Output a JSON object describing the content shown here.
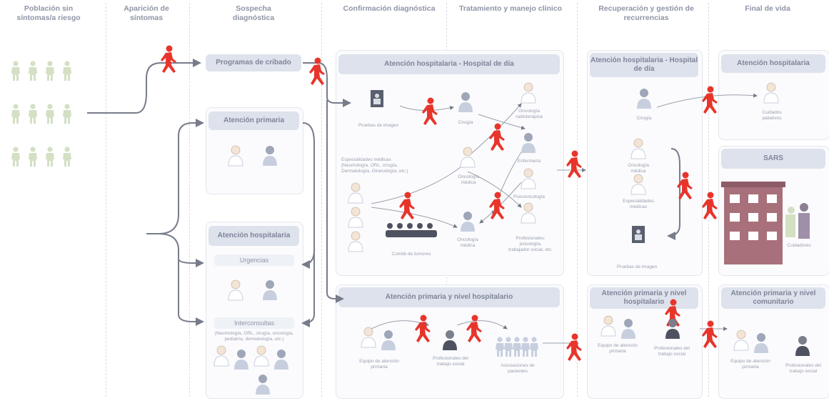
{
  "columns": [
    {
      "id": "pop",
      "label": "Población sin síntomas/a riesgo"
    },
    {
      "id": "sym",
      "label": "Aparición de síntomas"
    },
    {
      "id": "sus",
      "label": "Sospecha diagnóstica"
    },
    {
      "id": "con",
      "label": "Confirmación diagnóstica"
    },
    {
      "id": "tra",
      "label": "Tratamiento y manejo clínico"
    },
    {
      "id": "rec",
      "label": "Recuperación y gestión de recurrencias"
    },
    {
      "id": "fin",
      "label": "Final de vida"
    }
  ],
  "headers": {
    "cribado": "Programas de cribado",
    "ap": "Atención primaria",
    "ah": "Atención hospitalaria",
    "urg": "Urgencias",
    "inter": "Interconsultas",
    "hosp_dia": "Atención hospitalaria - Hospital de día",
    "ap_nivel": "Atención primaria y nivel hospitalario",
    "rec_hosp": "Atención hospitalaria - Hospital de día",
    "rec_ap": "Atención primaria y nivel hospitalario",
    "fin_hosp": "Atención hospitalaria",
    "sars": "SARS",
    "fin_ap": "Atención primaria y nivel comunitario"
  },
  "notes": {
    "inter": "(Neumología, ORL, cirugía, oncología, pediatría, dermatología, etc.)",
    "esp": "Especialidades médicas (Neumología, ORL, cirugía, Dermatología, Ginecología, etc.)"
  },
  "captions": {
    "img1": "Pruebas de imagen",
    "cir1": "Cirugía",
    "onc_med": "Oncología radioterápica",
    "anest": "Enfermería",
    "onc_rad": "Oncología médica",
    "psico": "Psicooncología",
    "otros": "Profesionales: psicología, trabajador social, etc.",
    "comite": "Comité de tumores",
    "onc2": "Oncología médica",
    "eq_ap": "Equipo de atención primaria",
    "prof_soc": "Profesionales del trabajo social",
    "asoc": "Asociaciones de pacientes",
    "cir2": "Cirugía",
    "onc_rec": "Oncología médica",
    "esp_rec": "Especialidades médicas",
    "img2": "Pruebas de imagen",
    "eq_ap2": "Equipo de atención primaria",
    "prof_soc2": "Profesionales del trabajo social",
    "cuid_pal": "Cuidados paliativos",
    "cuidador": "Cuidadores",
    "eq_ap3": "Equipo de atención primaria",
    "prof_soc3": "Profesionales del trabajo social"
  },
  "colors": {
    "accent": "#e8352b",
    "panel_header": "#dde2ec",
    "person_green": "#d3e0c4",
    "person_blue": "#c7cfdf",
    "building": "#a8707a"
  }
}
